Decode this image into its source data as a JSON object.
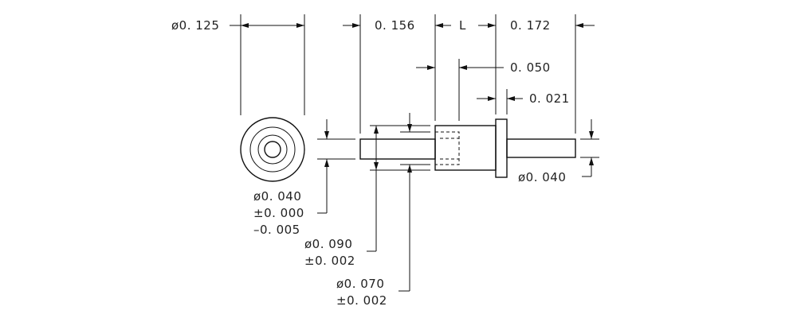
{
  "dimensions": {
    "body_diameter": "ø0. 125",
    "tail_length": "0. 156",
    "mid_length": "L",
    "pin_length": "0. 172",
    "shoulder_length": "0. 050",
    "flange_thickness": "0. 021",
    "pin_diameter": "ø0. 040",
    "tail_diameter": "ø0. 040",
    "tail_tolerance_plus": "±0. 000",
    "tail_tolerance_minus": "–0. 005",
    "body_diameter_mid": "ø0. 090",
    "body_diameter_mid_tolerance": "±0. 002",
    "bore_diameter": "ø0. 070",
    "bore_diameter_tolerance": "±0. 002"
  }
}
